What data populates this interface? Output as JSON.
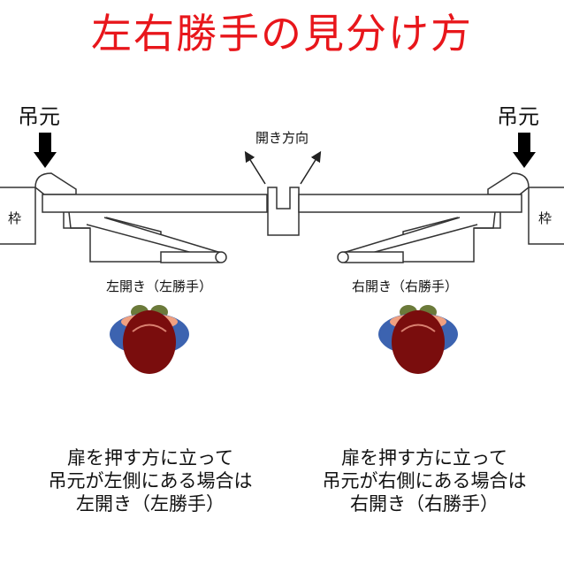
{
  "title": "左右勝手の見分け方",
  "hinge_label": "吊元",
  "open_direction_label": "開き方向",
  "frame_label": "枠",
  "left": {
    "door_label": "左開き（左勝手）",
    "explanation": [
      "扉を押す方に立って",
      "吊元が左側にある場合は",
      "左開き（左勝手）"
    ]
  },
  "right": {
    "door_label": "右開き（右勝手）",
    "explanation": [
      "扉を押す方に立って",
      "吊元が右側にある場合は",
      "右開き（右勝手）"
    ]
  },
  "colors": {
    "title": "#e8161b",
    "person_hair": "#7a0d0d",
    "person_shoulders": "#3c63b0",
    "person_shoes": "#6b7a3a",
    "face": "#f0a080"
  }
}
